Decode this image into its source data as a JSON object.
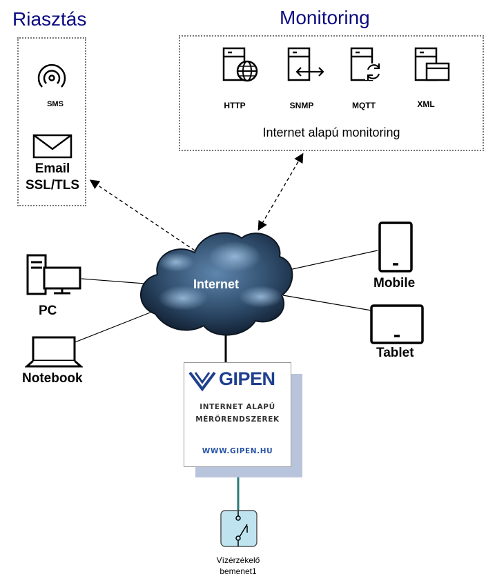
{
  "alarm": {
    "title": "Riasztás",
    "sms_label": "SMS",
    "email_label_1": "Email",
    "email_label_2": "SSL/TLS"
  },
  "monitoring": {
    "title": "Monitoring",
    "protocols": [
      "HTTP",
      "SNMP",
      "MQTT",
      "XML"
    ],
    "caption": "Internet alapú monitoring"
  },
  "network": {
    "cloud_label": "Internet"
  },
  "devices": {
    "pc": "PC",
    "notebook": "Notebook",
    "mobile": "Mobile",
    "tablet": "Tablet"
  },
  "gipen": {
    "brand": "GIPEN",
    "line1": "INTERNET ALAPÚ",
    "line2": "MÉRŐRENDSZEREK",
    "url": "WWW.GIPEN.HU"
  },
  "sensor": {
    "label_1": "Vízérzékelő",
    "label_2": "bemenet1"
  },
  "colors": {
    "title_blue": "#0a0a80",
    "cloud_dark": "#1e3550",
    "cloud_light": "#7aa0c8",
    "card_shadow": "#b8c4dc",
    "sensor_fill": "#bfe4f0",
    "sensor_line": "#2a7a7a"
  }
}
